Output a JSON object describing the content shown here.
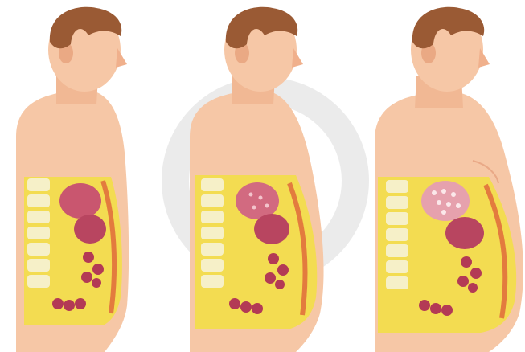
{
  "illustration": {
    "figures": [
      {
        "id": "normal-weight",
        "fat_level": 0
      },
      {
        "id": "overweight",
        "fat_level": 1
      },
      {
        "id": "obese",
        "fat_level": 2
      }
    ],
    "colors": {
      "background": "#ffffff",
      "skin": "#f6c7a6",
      "skin_shadow": "#e9a987",
      "hair": "#9a5a34",
      "fat": "#f3de48",
      "fat_light": "#f8ec8a",
      "spine": "#f6f0c8",
      "organ": "#c9566f",
      "organ_light": "#e6a1ad",
      "intestine": "#b33a55",
      "muscle": "#e37b3e",
      "watermark": "#d9d9d9"
    }
  }
}
